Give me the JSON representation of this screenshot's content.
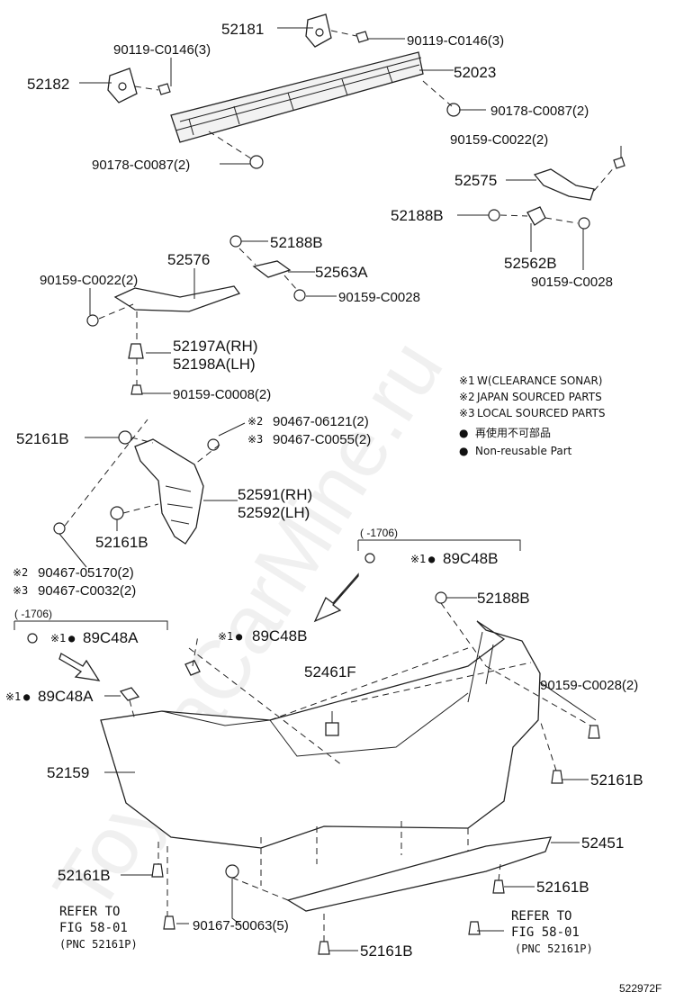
{
  "figure_number": "522972F",
  "watermark": "ToyotaCarMine.ru",
  "notes": [
    {
      "mark": "※1",
      "text": "W(CLEARANCE SONAR)"
    },
    {
      "mark": "※2",
      "text": "JAPAN SOURCED PARTS"
    },
    {
      "mark": "※3",
      "text": "LOCAL SOURCED PARTS"
    }
  ],
  "legend": [
    {
      "symbol": "●",
      "text": "再使用不可部品"
    },
    {
      "symbol": "●",
      "text": "Non-reusable Part"
    }
  ],
  "labels": {
    "p52181": "52181",
    "p90119_a": "90119-C0146(3)",
    "p90119_b": "90119-C0146(3)",
    "p52182": "52182",
    "p52023": "52023",
    "p90178_a": "90178-C0087(2)",
    "p90178_b": "90178-C0087(2)",
    "p90159_c0022_a": "90159-C0022(2)",
    "p52575": "52575",
    "p52188b_a": "52188B",
    "p52562b": "52562B",
    "p90159_c0028_a": "90159-C0028",
    "p52188b_b": "52188B",
    "p52576": "52576",
    "p90159_c0022_b": "90159-C0022(2)",
    "p52563a": "52563A",
    "p90159_c0028_b": "90159-C0028",
    "p52197a": "52197A(RH)",
    "p52198a": "52198A(LH)",
    "p90159_c0008": "90159-C0008(2)",
    "p52161b_a": "52161B",
    "p90467_06121": "90467-06121(2)",
    "p90467_c0055": "90467-C0055(2)",
    "p52591": "52591(RH)",
    "p52592": "52592(LH)",
    "p52161b_b": "52161B",
    "p90467_05170": "90467-05170(2)",
    "p90467_c0032": "90467-C0032(2)",
    "p1706_a": "(      -1706)",
    "p89c48b_a": "89C48B",
    "p52188b_c": "52188B",
    "p1706_b": "(      -1706)",
    "p89c48a_a": "89C48A",
    "p89c48b_b": "89C48B",
    "p52461f": "52461F",
    "p89c48a_b": "89C48A",
    "p90159_c0028_c": "90159-C0028(2)",
    "p52159": "52159",
    "p52161b_c": "52161B",
    "p52451": "52451",
    "p52161b_d": "52161B",
    "p52161b_e": "52161B",
    "p90167": "90167-50063(5)",
    "p52161b_f": "52161B",
    "ref_a_1": "REFER TO",
    "ref_a_2": "FIG 58-01",
    "ref_a_3": "(PNC 52161P)",
    "ref_b_1": "REFER TO",
    "ref_b_2": "FIG 58-01",
    "ref_b_3": "(PNC 52161P)",
    "mark1": "※1",
    "mark2": "※2",
    "mark3": "※3",
    "dot": "●"
  }
}
